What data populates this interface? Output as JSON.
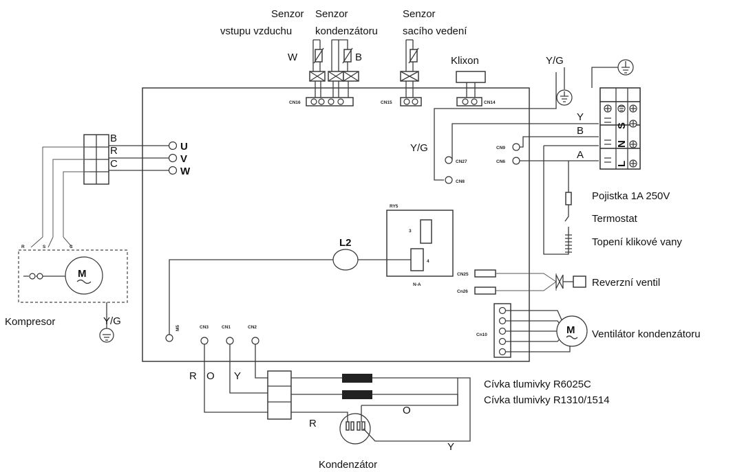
{
  "labels": {
    "sensor_air_line1": "Senzor",
    "sensor_air_line2": "vstupu vzduchu",
    "sensor_cond_line1": "Senzor",
    "sensor_cond_line2": "kondenzátoru",
    "sensor_suction_line1": "Senzor",
    "sensor_suction_line2": "sacího vedení",
    "klixon": "Klixon",
    "fuse": "Pojistka 1A 250V",
    "thermostat": "Termostat",
    "crankcase_heater": "Topení klikové vany",
    "reversing_valve": "Reverzní ventil",
    "condenser_fan": "Ventilátor kondenzátoru",
    "choke1": "Cívka tlumivky R6025C",
    "choke2": "Cívka tlumivky R1310/1514",
    "capacitor": "Kondenzátor",
    "compressor": "Kompresor",
    "motor_symbol": "M",
    "wire_w": "W",
    "wire_b": "B",
    "yg_top": "Y/G",
    "yg_left": "Y/G",
    "yg_comp": "Y/G",
    "term_y": "Y",
    "term_b": "B",
    "term_a": "A",
    "terminal_s": "S",
    "terminal_n": "N",
    "terminal_l": "L",
    "uvw_u": "U",
    "uvw_v": "V",
    "uvw_w": "W",
    "comp_b": "B",
    "comp_r": "R",
    "comp_c": "C",
    "comp_pin_r": "R",
    "comp_pin_s": "S",
    "comp_pin_c": "C",
    "bottom_r1": "R",
    "bottom_o1": "O",
    "bottom_y1": "Y",
    "bottom_o2": "O",
    "bottom_r2": "R",
    "bottom_y2": "Y",
    "l2": "L2",
    "cn_cn16": "CN16",
    "cn_cn15": "CN15",
    "cn_cn14": "CN14",
    "cn_cn27": "CN27",
    "cn_cn8": "CN8",
    "cn_cn9": "CN9",
    "cn_cn6": "CN6",
    "cn_cn3": "CN3",
    "cn_cn1": "CN1",
    "cn_cn2": "CN2",
    "cn_m5": "M5",
    "cn_cn10": "Cn10",
    "cn_cn25": "CN25",
    "cn_cn26": "Cn26",
    "rys": "RY5",
    "relay_3": "3",
    "relay_4": "4",
    "relay_na": "N-A"
  }
}
